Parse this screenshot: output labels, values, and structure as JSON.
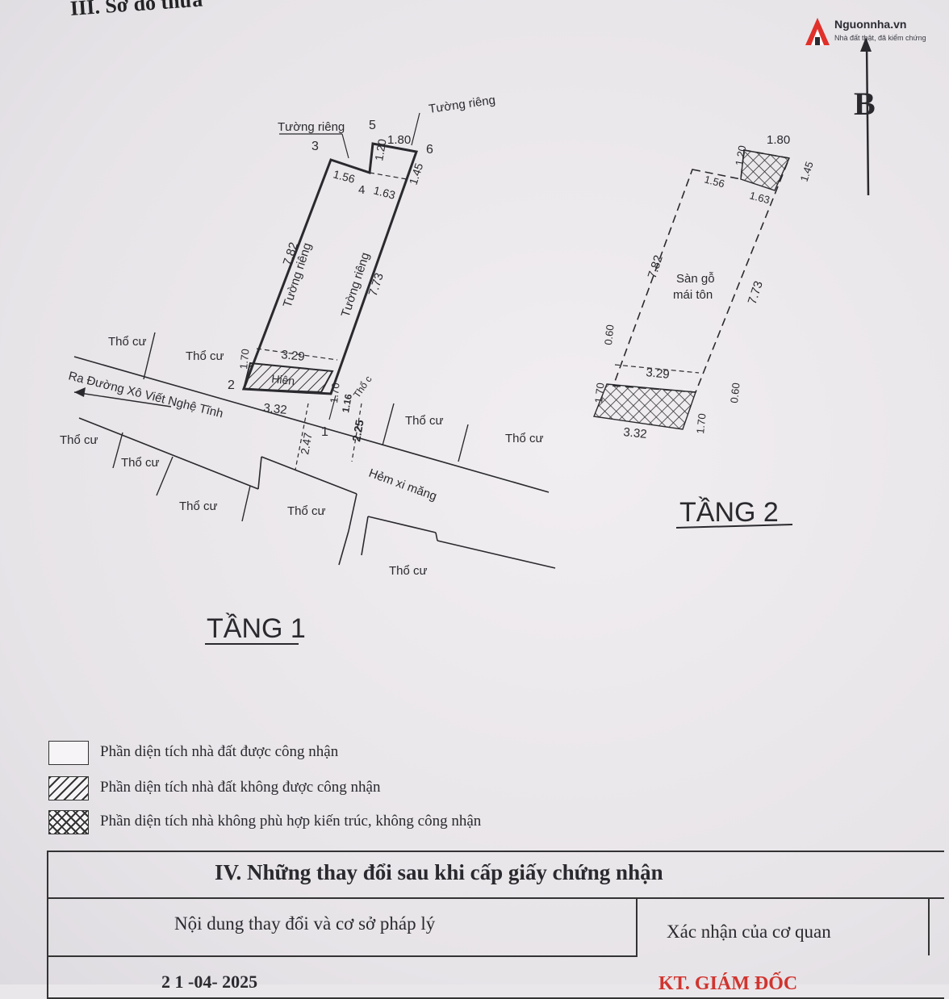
{
  "header": {
    "section_title": "III. Sơ đồ thửa",
    "north_label": "B"
  },
  "watermark": {
    "name": "Nguonnha.vn",
    "tagline": "Nhà đất thật, đã kiểm chứng"
  },
  "floor1": {
    "title": "TẦNG 1",
    "points": [
      "1",
      "2",
      "3",
      "4",
      "5",
      "6"
    ],
    "private_wall": "Tường riêng",
    "dims": {
      "top_a": "1.80",
      "top_b": "1.20",
      "top_c": "1.56",
      "top_d": "1.63",
      "top_e": "1.45",
      "left": "7.82",
      "right": "7.73",
      "front_w": "3.29",
      "back_w": "3.32",
      "side_a": "1.70",
      "side_b": "1.70",
      "alley_a": "2.47",
      "alley_b": "2.25",
      "alley_c": "1.16"
    },
    "porch": "Hiên",
    "road": "Ra Đường Xô Viết Nghệ Tĩnh",
    "alley": "Hẻm xi măng",
    "residential": "Thổ cư",
    "residential_short": "Thổ c"
  },
  "floor2": {
    "title": "TẦNG 2",
    "floor_label_1": "Sàn gỗ",
    "floor_label_2": "mái tôn",
    "dims": {
      "top_a": "1.80",
      "top_b": "1.20",
      "top_c": "1.56",
      "top_d": "1.63",
      "top_e": "1.45",
      "left": "7.82",
      "right": "7.73",
      "front_w": "3.29",
      "back_w": "3.32",
      "side_l1": "0.60",
      "side_l2": "1.70",
      "side_r1": "0.60",
      "side_r2": "1.70"
    }
  },
  "legend": [
    {
      "text": "Phần diện tích nhà đất được công nhận"
    },
    {
      "text": "Phần diện tích nhà đất không được công nhận"
    },
    {
      "text": "Phần diện tích nhà không phù hợp kiến trúc, không công nhận"
    }
  ],
  "changes": {
    "title": "IV. Những thay đổi sau khi cấp giấy chứng nhận",
    "col_content": "Nội dung thay đổi và cơ sở pháp lý",
    "col_confirm": "Xác nhận của cơ quan",
    "date": "2 1 -04- 2025",
    "signature": "KT. GIÁM ĐỐC"
  }
}
